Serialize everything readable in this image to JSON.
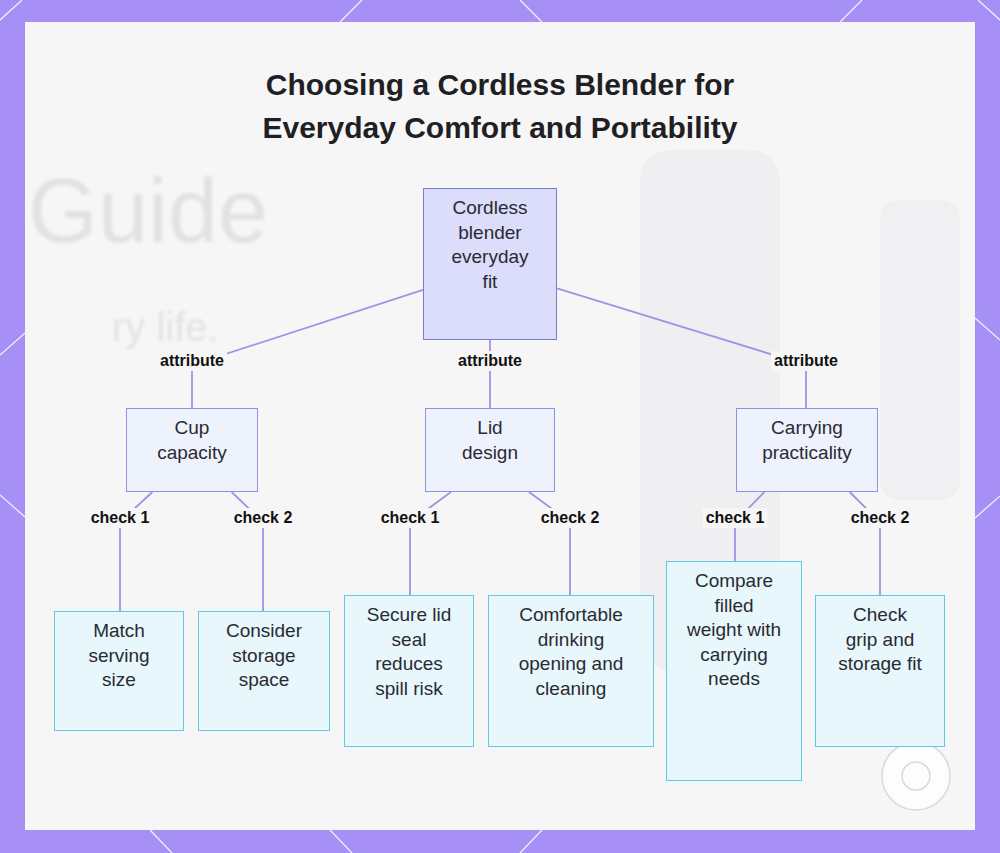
{
  "diagram": {
    "title": "Choosing a Cordless Blender for Everyday Comfort and Portability",
    "nodes": [
      {
        "text": [
          "Cordless blender everyday fit"
        ]
      },
      {
        "text": [
          "Cup capacity"
        ]
      },
      {
        "text": [
          "Lid design"
        ]
      },
      {
        "text": [
          "Carrying practicality"
        ]
      },
      {
        "text": [
          "Match serving size"
        ]
      },
      {
        "text": [
          "Consider storage space"
        ]
      },
      {
        "text": [
          "Secure lid seal reduces spill risk"
        ]
      },
      {
        "text": [
          "Comfortable drinking opening and cleaning"
        ]
      },
      {
        "text": [
          "Compare filled weight with carrying needs"
        ]
      },
      {
        "text": [
          "Check grip and storage fit"
        ]
      }
    ],
    "edges": [
      {
        "from": 0,
        "to": 1,
        "arrow": "none",
        "label": "attribute"
      },
      {
        "from": 0,
        "to": 2,
        "arrow": "none",
        "label": "attribute"
      },
      {
        "from": 0,
        "to": 3,
        "arrow": "none",
        "label": "attribute"
      },
      {
        "from": 1,
        "to": 4,
        "arrow": "none",
        "label": "check 1"
      },
      {
        "from": 1,
        "to": 5,
        "arrow": "none",
        "label": "check 2"
      },
      {
        "from": 2,
        "to": 6,
        "arrow": "none",
        "label": "check 1"
      },
      {
        "from": 2,
        "to": 7,
        "arrow": "none",
        "label": "check 2"
      },
      {
        "from": 3,
        "to": 8,
        "arrow": "none",
        "label": "check 1"
      },
      {
        "from": 3,
        "to": 9,
        "arrow": "none",
        "label": "check 2"
      }
    ],
    "labels": [
      "Guide",
      "ry life."
    ]
  }
}
